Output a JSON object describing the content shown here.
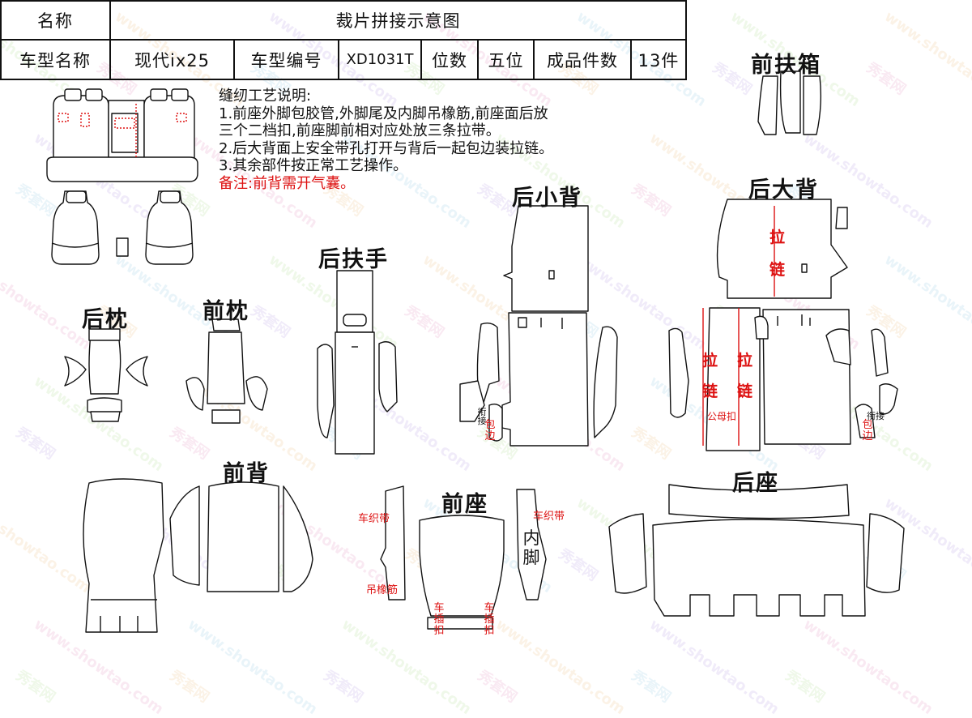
{
  "header": {
    "name_label": "名称",
    "diagram_title": "裁片拼接示意图",
    "model_label": "车型名称",
    "model_value": "现代ix25",
    "code_label": "车型编号",
    "code_value": "XD1031T",
    "seats_label": "位数",
    "seats_value": "五位",
    "pieces_label": "成品件数",
    "pieces_value": "13件"
  },
  "notes": {
    "heading": "缝纫工艺说明:",
    "line1": "1.前座外脚包胶管,外脚尾及内脚吊橡筋,前座面后放",
    "line2": "三个二档扣,前座脚前相对应处放三条拉带。",
    "line3": "2.后大背面上安全带孔打开与背后一起包边装拉链。",
    "line4": "3.其余部件按正常工艺操作。",
    "remark": "备注:前背需开气囊。"
  },
  "sections": {
    "front_armrest_box": "前扶箱",
    "rear_small_back": "后小背",
    "rear_big_back": "后大背",
    "rear_armrest": "后扶手",
    "rear_pillow": "后枕",
    "front_pillow": "前枕",
    "front_back": "前背",
    "front_seat": "前座",
    "rear_seat": "后座"
  },
  "annotations": {
    "zipper_la": "拉",
    "zipper_lian": "链",
    "mother_buckle": "公母扣",
    "connect": "衔接",
    "edge": "包边",
    "car_strap": "车织带",
    "elastic": "吊橡筋",
    "inner": "内",
    "foot": "脚",
    "car_insert_buckle": "车插扣"
  },
  "watermark": {
    "site_text": "www.showtao.com",
    "brand_text": "秀套网",
    "colors": [
      "#e8a0c8",
      "#9fd0e8",
      "#b8e0a0",
      "#f0c890",
      "#c0a8e8"
    ]
  }
}
